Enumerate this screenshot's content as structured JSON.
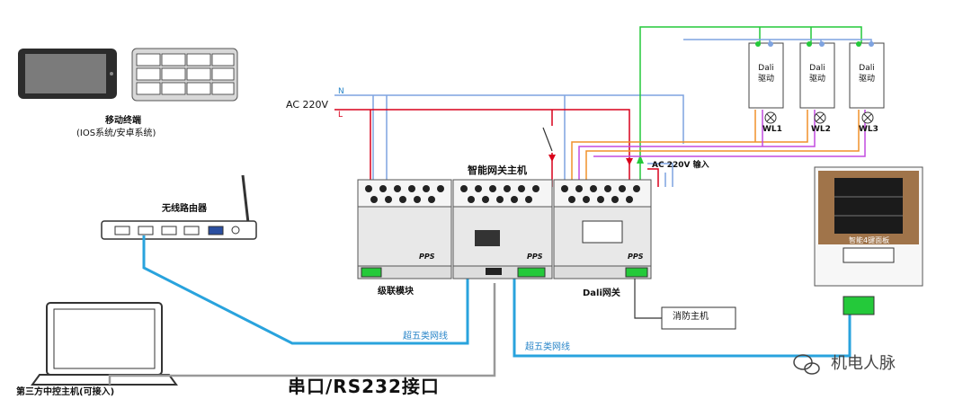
{
  "labels": {
    "mobile_terminal": "移动终端",
    "mobile_os": "(IOS系统/安卓系统)",
    "wireless_router": "无线路由器",
    "ac_in": "AC 220V",
    "n_line": "N",
    "l_line": "L",
    "gateway_host": "智能网关主机",
    "ac_input": "AC 220V 输入",
    "cascade_module": "级联模块",
    "dali_gateway": "Dali网关",
    "fire_host": "消防主机",
    "cat5_a": "超五类网线",
    "cat5_b": "超五类网线",
    "third_party": "第三方中控主机(可接入)",
    "serial": "串口/RS232接口",
    "watermark": "机电人脉",
    "brand": "PPS",
    "panel_title": "智能4键面板"
  },
  "dali_drivers": [
    {
      "line1": "Dali",
      "line2": "驱动",
      "lamp": "WL1"
    },
    {
      "line1": "Dali",
      "line2": "驱动",
      "lamp": "WL2"
    },
    {
      "line1": "Dali",
      "line2": "驱动",
      "lamp": "WL3"
    }
  ],
  "colors": {
    "network_blue": "#29a3dd",
    "n_line_blue": "#7ea3e0",
    "l_line_red": "#d9001b",
    "dali_green": "#24c93a",
    "orange": "#f0902a",
    "purple": "#c24be0",
    "panel_brown": "#a0744a"
  }
}
